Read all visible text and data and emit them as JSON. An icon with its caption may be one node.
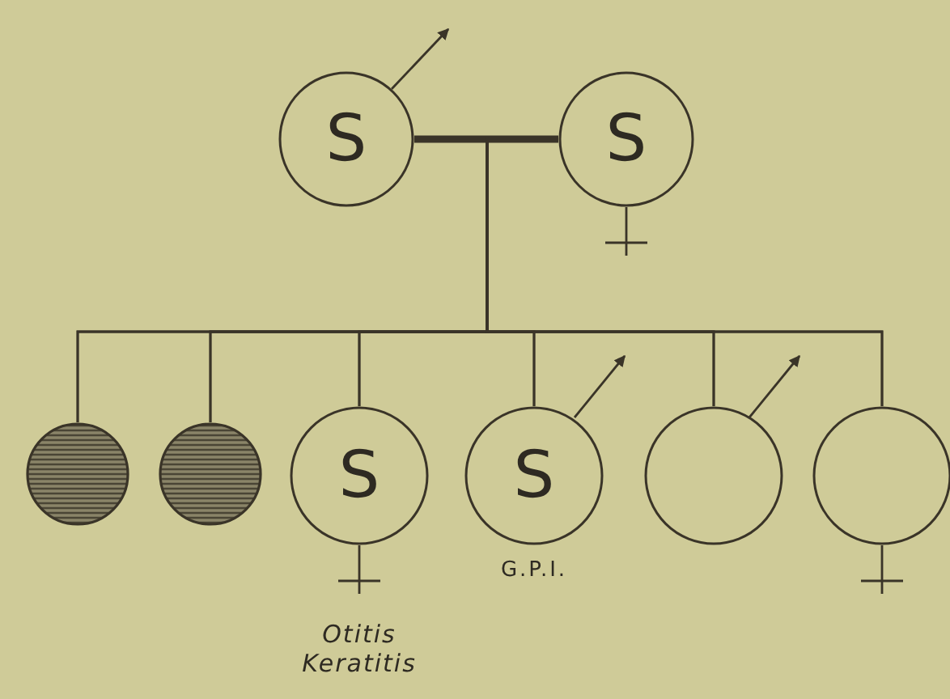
{
  "diagram": {
    "nodes": [
      {
        "text": [
          "S"
        ]
      },
      {
        "text": [
          "S"
        ]
      },
      {
        "text": [],
        "shape": "circle"
      },
      {
        "text": [],
        "shape": "circle"
      },
      {
        "text": [
          "S"
        ],
        "beside": [
          "Otitis Keratitis"
        ]
      },
      {
        "text": [
          "S"
        ],
        "beside": [
          "G.P.I."
        ]
      },
      {
        "text": [],
        "shape": "circle"
      },
      {
        "text": [],
        "shape": "circle"
      }
    ],
    "edges": [
      {
        "from": 0,
        "to": 1,
        "arrow": "none",
        "style": "thick"
      },
      {
        "from": 0,
        "to": 2,
        "arrow": "none"
      },
      {
        "from": 0,
        "to": 3,
        "arrow": "none"
      },
      {
        "from": 0,
        "to": 4,
        "arrow": "none"
      },
      {
        "from": 0,
        "to": 5,
        "arrow": "none"
      },
      {
        "from": 0,
        "to": 6,
        "arrow": "none"
      },
      {
        "from": 0,
        "to": 7,
        "arrow": "none"
      },
      {
        "from": 1,
        "to": 2,
        "arrow": "none"
      },
      {
        "from": 1,
        "to": 3,
        "arrow": "none"
      },
      {
        "from": 1,
        "to": 4,
        "arrow": "none"
      },
      {
        "from": 1,
        "to": 5,
        "arrow": "none"
      },
      {
        "from": 1,
        "to": 6,
        "arrow": "none"
      },
      {
        "from": 1,
        "to": 7,
        "arrow": "none"
      },
      {
        "from": 0,
        "to": null,
        "arrow": "to"
      },
      {
        "from": 5,
        "to": null,
        "arrow": "to"
      },
      {
        "from": 6,
        "to": null,
        "arrow": "to"
      }
    ]
  }
}
